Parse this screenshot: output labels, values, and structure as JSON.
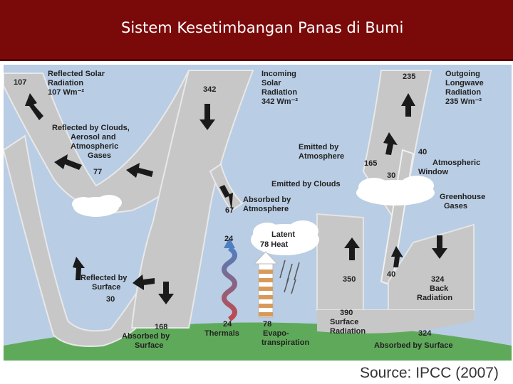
{
  "slide": {
    "title": "Sistem Kesetimbangan Panas di Bumi",
    "source": "Source: IPCC (2007)"
  },
  "diagram": {
    "reflected_solar": {
      "value": "107",
      "label": [
        "Reflected Solar",
        "Radiation",
        "107 Wm⁻²"
      ]
    },
    "incoming_solar": {
      "value": "342",
      "label": [
        "Incoming",
        "Solar",
        "Radiation",
        "342 Wm⁻²"
      ]
    },
    "outgoing_longwave": {
      "value": "235",
      "label": [
        "Outgoing",
        "Longwave",
        "Radiation",
        "235 Wm⁻²"
      ]
    },
    "reflected_clouds": {
      "label": [
        "Reflected by Clouds,",
        "Aerosol and",
        "Atmospheric",
        "Gases"
      ],
      "value": "77"
    },
    "emitted_atmosphere": {
      "label": [
        "Emitted by",
        "Atmosphere"
      ],
      "value": "165"
    },
    "atmospheric_window": {
      "value": "40",
      "label": [
        "Atmospheric",
        "Window"
      ]
    },
    "emitted_clouds": {
      "label": "Emitted by Clouds",
      "value": "30"
    },
    "greenhouse_gases": {
      "label": [
        "Greenhouse",
        "Gases"
      ]
    },
    "absorbed_atmosphere": {
      "value": "67",
      "label": [
        "Absorbed by",
        "Atmosphere"
      ]
    },
    "latent_heat": {
      "value": "78",
      "label": [
        "Latent",
        "78 Heat"
      ]
    },
    "thermals": {
      "value": "24",
      "label": "Thermals"
    },
    "reflected_surface": {
      "label": [
        "Reflected by",
        "Surface"
      ],
      "value": "30"
    },
    "absorbed_surface_solar": {
      "value": "168",
      "label": [
        "Absorbed by",
        "Surface"
      ]
    },
    "evapotranspiration": {
      "value": "78",
      "label": [
        "Evapo-",
        "transpiration"
      ]
    },
    "surface_radiation": {
      "value": "390",
      "label": [
        "Surface",
        "Radiation"
      ],
      "up_value": "350"
    },
    "window_up": {
      "value": "40"
    },
    "back_radiation": {
      "value": "324",
      "label": [
        "Back",
        "Radiation"
      ]
    },
    "absorbed_surface_back": {
      "value": "324",
      "label": "Absorbed by Surface"
    },
    "colors": {
      "sky": "#b9cde4",
      "band": "#c7c7c7",
      "band_edge": "#e4e4e4",
      "arrow": "#1a1a1a",
      "ground": "#5faa5a",
      "thermal_top": "#4f7fc0",
      "thermal_bottom": "#c04a4a",
      "evapo": "#d89a5a",
      "header": "#7a0a0a"
    }
  }
}
